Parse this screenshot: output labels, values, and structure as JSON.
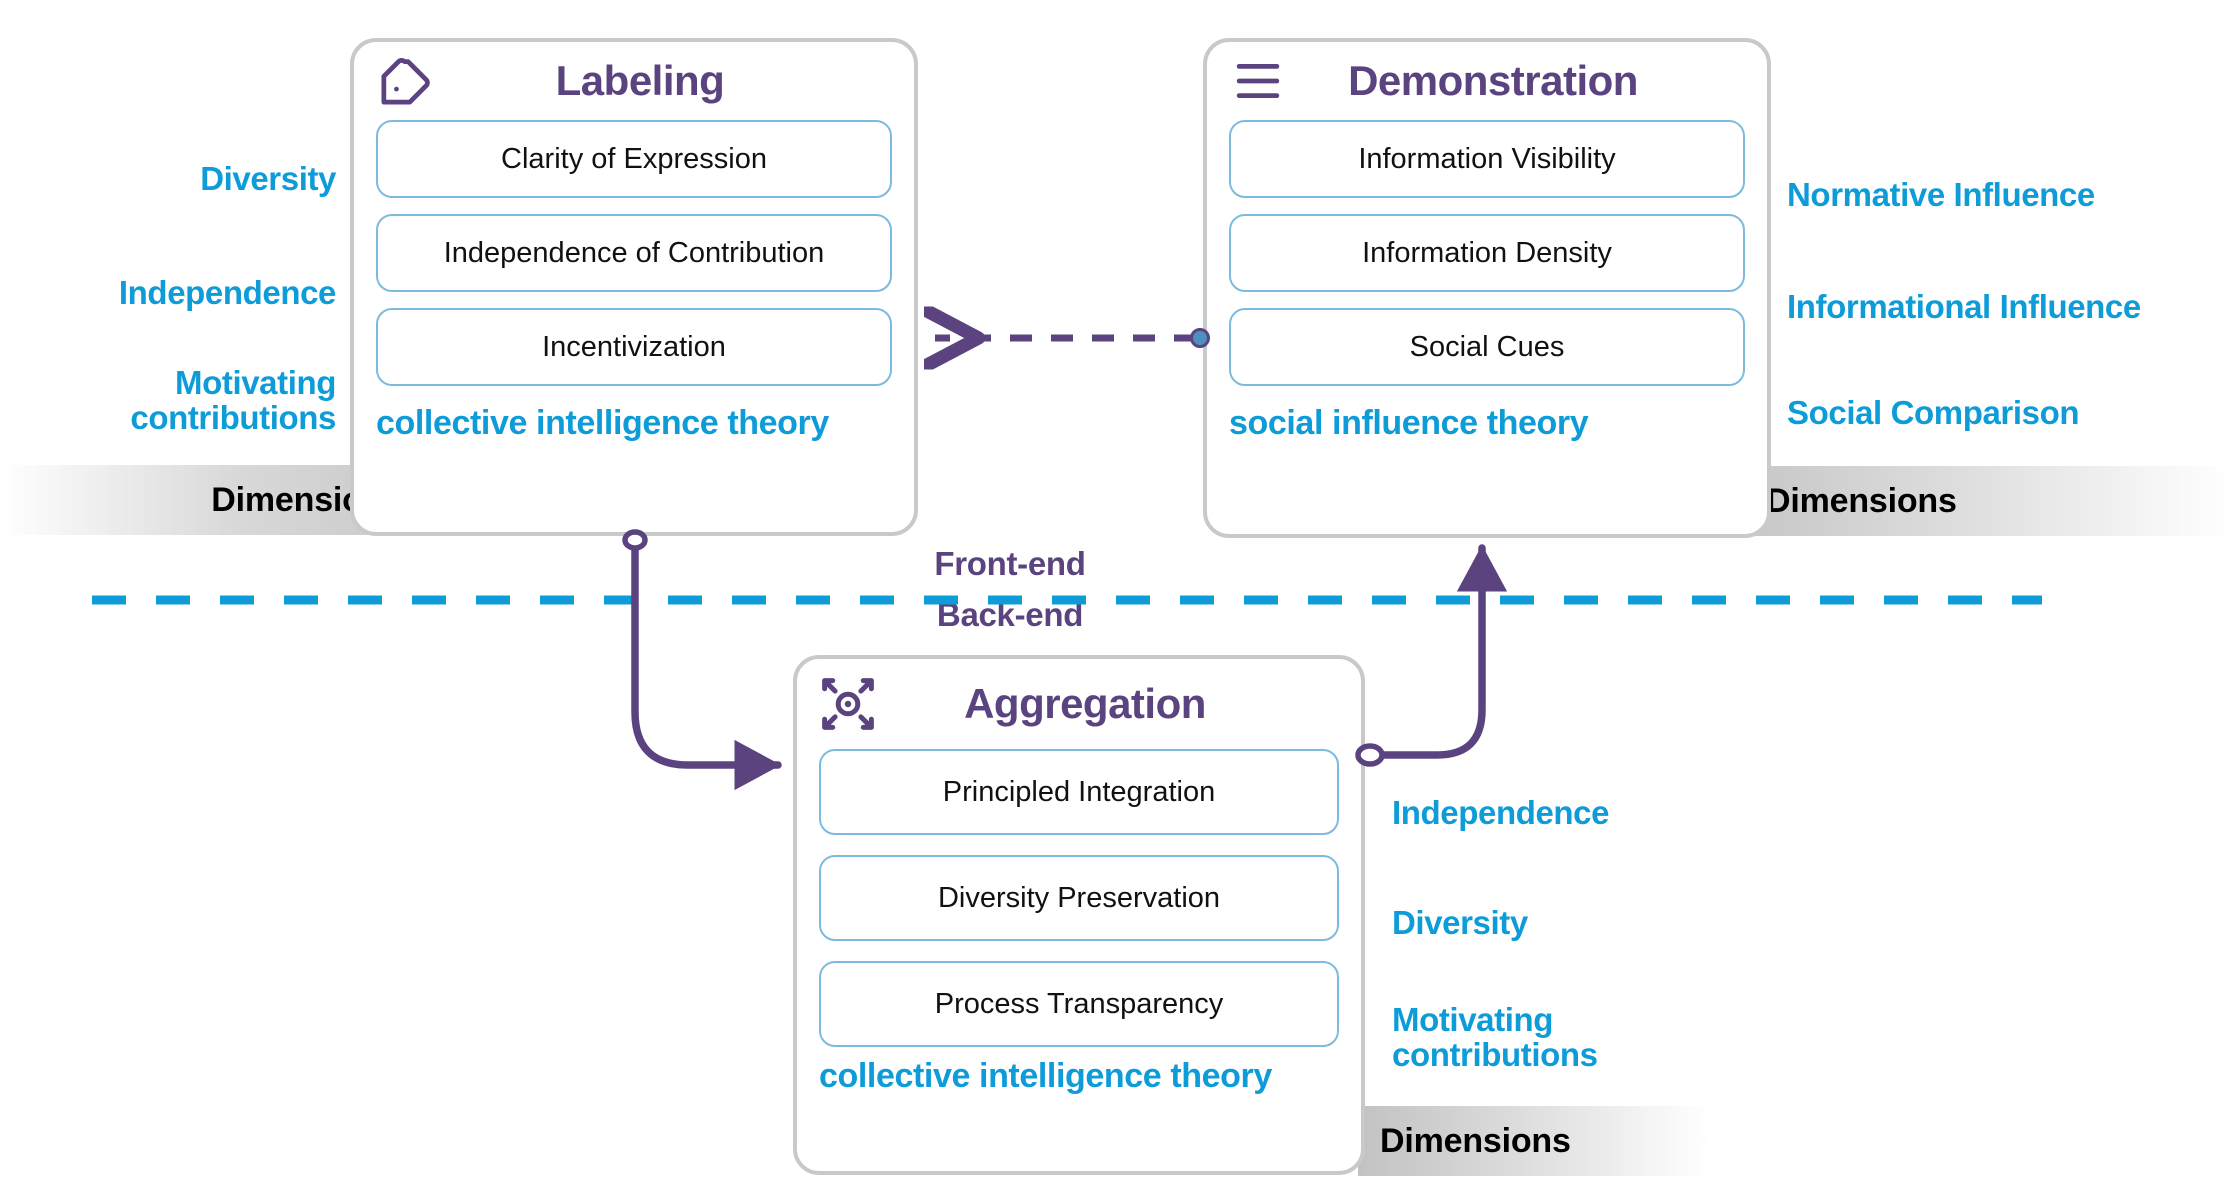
{
  "diagram": {
    "divider": {
      "front_label": "Front-end",
      "back_label": "Back-end",
      "line_color": "#0e9cd9",
      "style": "dashed"
    },
    "colors": {
      "purple": "#5b4380",
      "blue": "#0e9cd9",
      "pill_border": "#7dbbde",
      "card_border": "#c9c9c9",
      "band_gray": "#c9c9c9"
    },
    "bands": [
      {
        "id": "dimensions-left",
        "label": "Dimensions"
      },
      {
        "id": "dimensions-right",
        "label": "Dimensions"
      },
      {
        "id": "dimensions-bottom",
        "label": "Dimensions"
      }
    ],
    "cards": [
      {
        "id": "labeling",
        "title": "Labeling",
        "icon": "tag-icon",
        "footer": "collective intelligence theory",
        "items": [
          "Clarity of Expression",
          "Independence of Contribution",
          "Incentivization"
        ]
      },
      {
        "id": "demonstration",
        "title": "Demonstration",
        "icon": "list-lines-icon",
        "footer": "social influence theory",
        "items": [
          "Information Visibility",
          "Information Density",
          "Social Cues"
        ]
      },
      {
        "id": "aggregation",
        "title": "Aggregation",
        "icon": "converge-target-icon",
        "footer": "collective intelligence theory",
        "items": [
          "Principled Integration",
          "Diversity Preservation",
          "Process Transparency"
        ]
      }
    ],
    "dimension_groups": [
      {
        "id": "labeling-dimensions",
        "side": "left",
        "labels": [
          "Diversity",
          "Independence",
          "Motivating\ncontributions"
        ]
      },
      {
        "id": "demonstration-dimensions",
        "side": "right",
        "labels": [
          "Normative Influence",
          "Informational Influence",
          "Social Comparison"
        ]
      },
      {
        "id": "aggregation-dimensions",
        "side": "right",
        "labels": [
          "Independence",
          "Diversity",
          "Motivating\ncontributions"
        ]
      }
    ],
    "connectors": [
      {
        "id": "demonstration-to-labeling",
        "style": "dashed",
        "direction": "left",
        "color": "#5b4380"
      },
      {
        "id": "labeling-to-aggregation",
        "style": "solid",
        "direction": "right",
        "color": "#5b4380"
      },
      {
        "id": "aggregation-to-demonstration",
        "style": "solid",
        "direction": "up",
        "color": "#5b4380"
      }
    ]
  }
}
